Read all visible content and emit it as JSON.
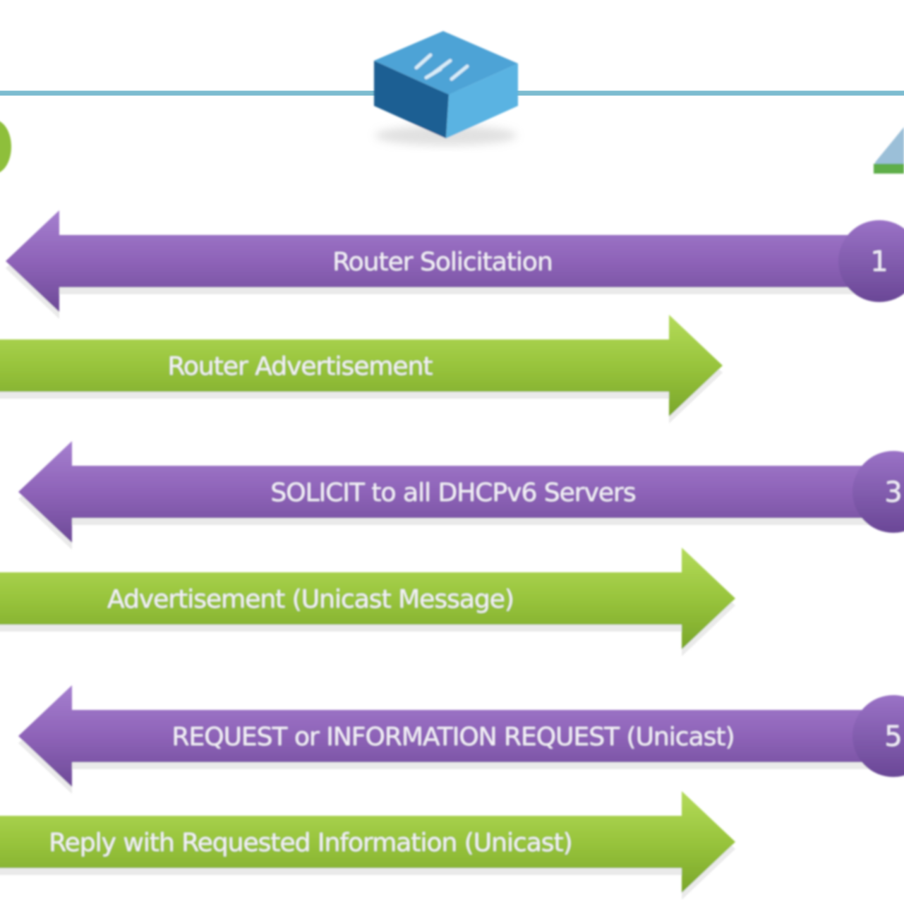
{
  "colors": {
    "purple": "#8e63b8",
    "purple_dark": "#6d4a97",
    "green": "#98c43c",
    "green_dark": "#7aa62a",
    "network_line": "#7dbcd0",
    "switch_blue": "#2f7fb6"
  },
  "icons": {
    "switch": "network-switch-icon",
    "client": "client-node-icon",
    "server": "server-node-icon"
  },
  "messages": [
    {
      "label": "Router Solicitation",
      "direction": "left",
      "color": "purple",
      "step": "1"
    },
    {
      "label": "Router Advertisement",
      "direction": "right",
      "color": "green",
      "step": ""
    },
    {
      "label": "SOLICIT to all DHCPv6 Servers",
      "direction": "left",
      "color": "purple",
      "step": "3"
    },
    {
      "label": "Advertisement  (Unicast Message)",
      "direction": "right",
      "color": "green",
      "step": ""
    },
    {
      "label": "REQUEST or INFORMATION REQUEST (Unicast)",
      "direction": "left",
      "color": "purple",
      "step": "5"
    },
    {
      "label": "Reply with  Requested Information (Unicast)",
      "direction": "right",
      "color": "green",
      "step": ""
    }
  ]
}
